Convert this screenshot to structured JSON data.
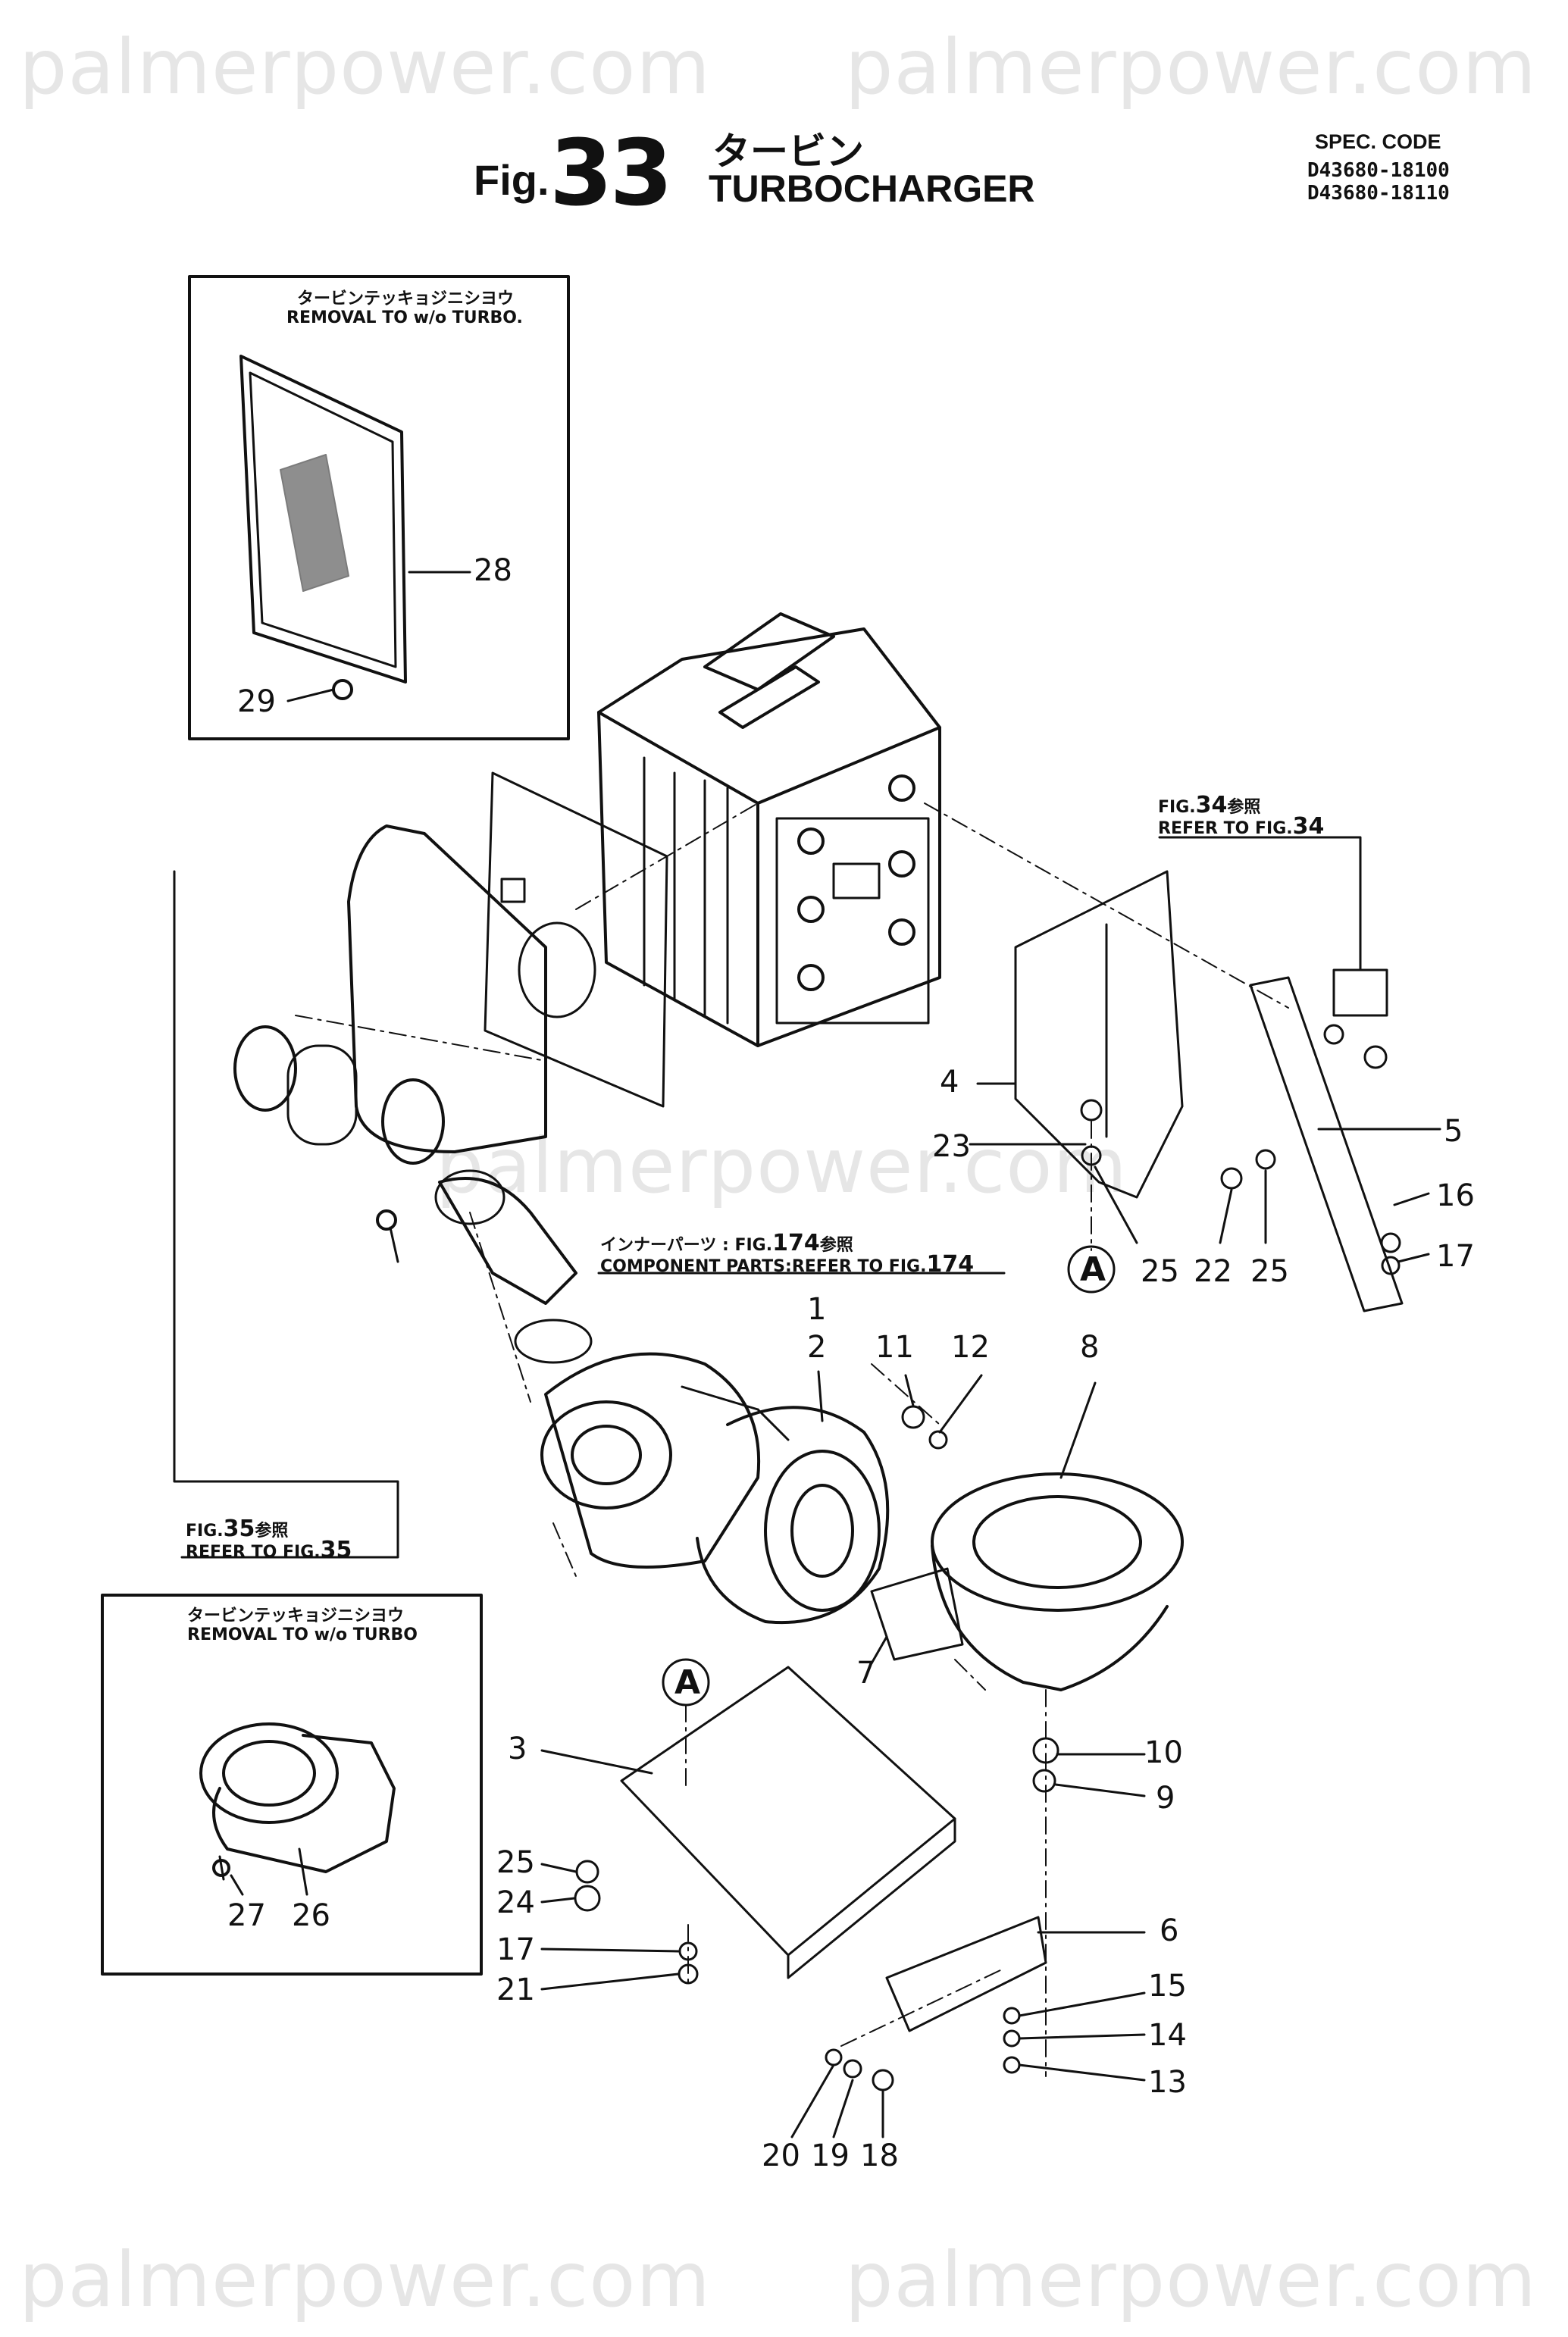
{
  "watermark": "palmerpower.com",
  "header": {
    "fig_prefix": "Fig.",
    "fig_number": "33",
    "title_jp": "タービン",
    "title_en": "TURBOCHARGER",
    "spec_heading": "SPEC. CODE",
    "spec_codes": [
      "D43680-18100",
      "D43680-18110"
    ]
  },
  "notes": {
    "removal_top_jp": "タービンテッキョジニシヨウ",
    "removal_top_en": "REMOVAL TO w/o TURBO.",
    "removal_bottom_jp": "タービンテッキョジニシヨウ",
    "removal_bottom_en": "REMOVAL TO w/o TURBO",
    "fig34_jp_prefix": "FIG.",
    "fig34_num": "34",
    "fig34_jp_suffix": "参照",
    "fig34_en_prefix": "REFER TO FIG.",
    "fig35_jp_prefix": "FIG.",
    "fig35_num": "35",
    "fig35_jp_suffix": "参照",
    "fig35_en_prefix": "REFER TO FIG.",
    "comp_jp_prefix": "インナーパーツ : FIG.",
    "comp_num": "174",
    "comp_jp_suffix": "参照",
    "comp_en_prefix": "COMPONENT PARTS:REFER TO FIG."
  },
  "callout_A": "A",
  "parts": {
    "p1": "1",
    "p2": "2",
    "p3": "3",
    "p4": "4",
    "p5": "5",
    "p6": "6",
    "p7": "7",
    "p8": "8",
    "p9": "9",
    "p10": "10",
    "p11": "11",
    "p12": "12",
    "p13": "13",
    "p14": "14",
    "p15": "15",
    "p16": "16",
    "p17a": "17",
    "p17b": "17",
    "p18": "18",
    "p19": "19",
    "p20": "20",
    "p21": "21",
    "p22": "22",
    "p23": "23",
    "p24": "24",
    "p25a": "25",
    "p25b": "25",
    "p25c": "25",
    "p26": "26",
    "p27": "27",
    "p28": "28",
    "p29": "29"
  }
}
